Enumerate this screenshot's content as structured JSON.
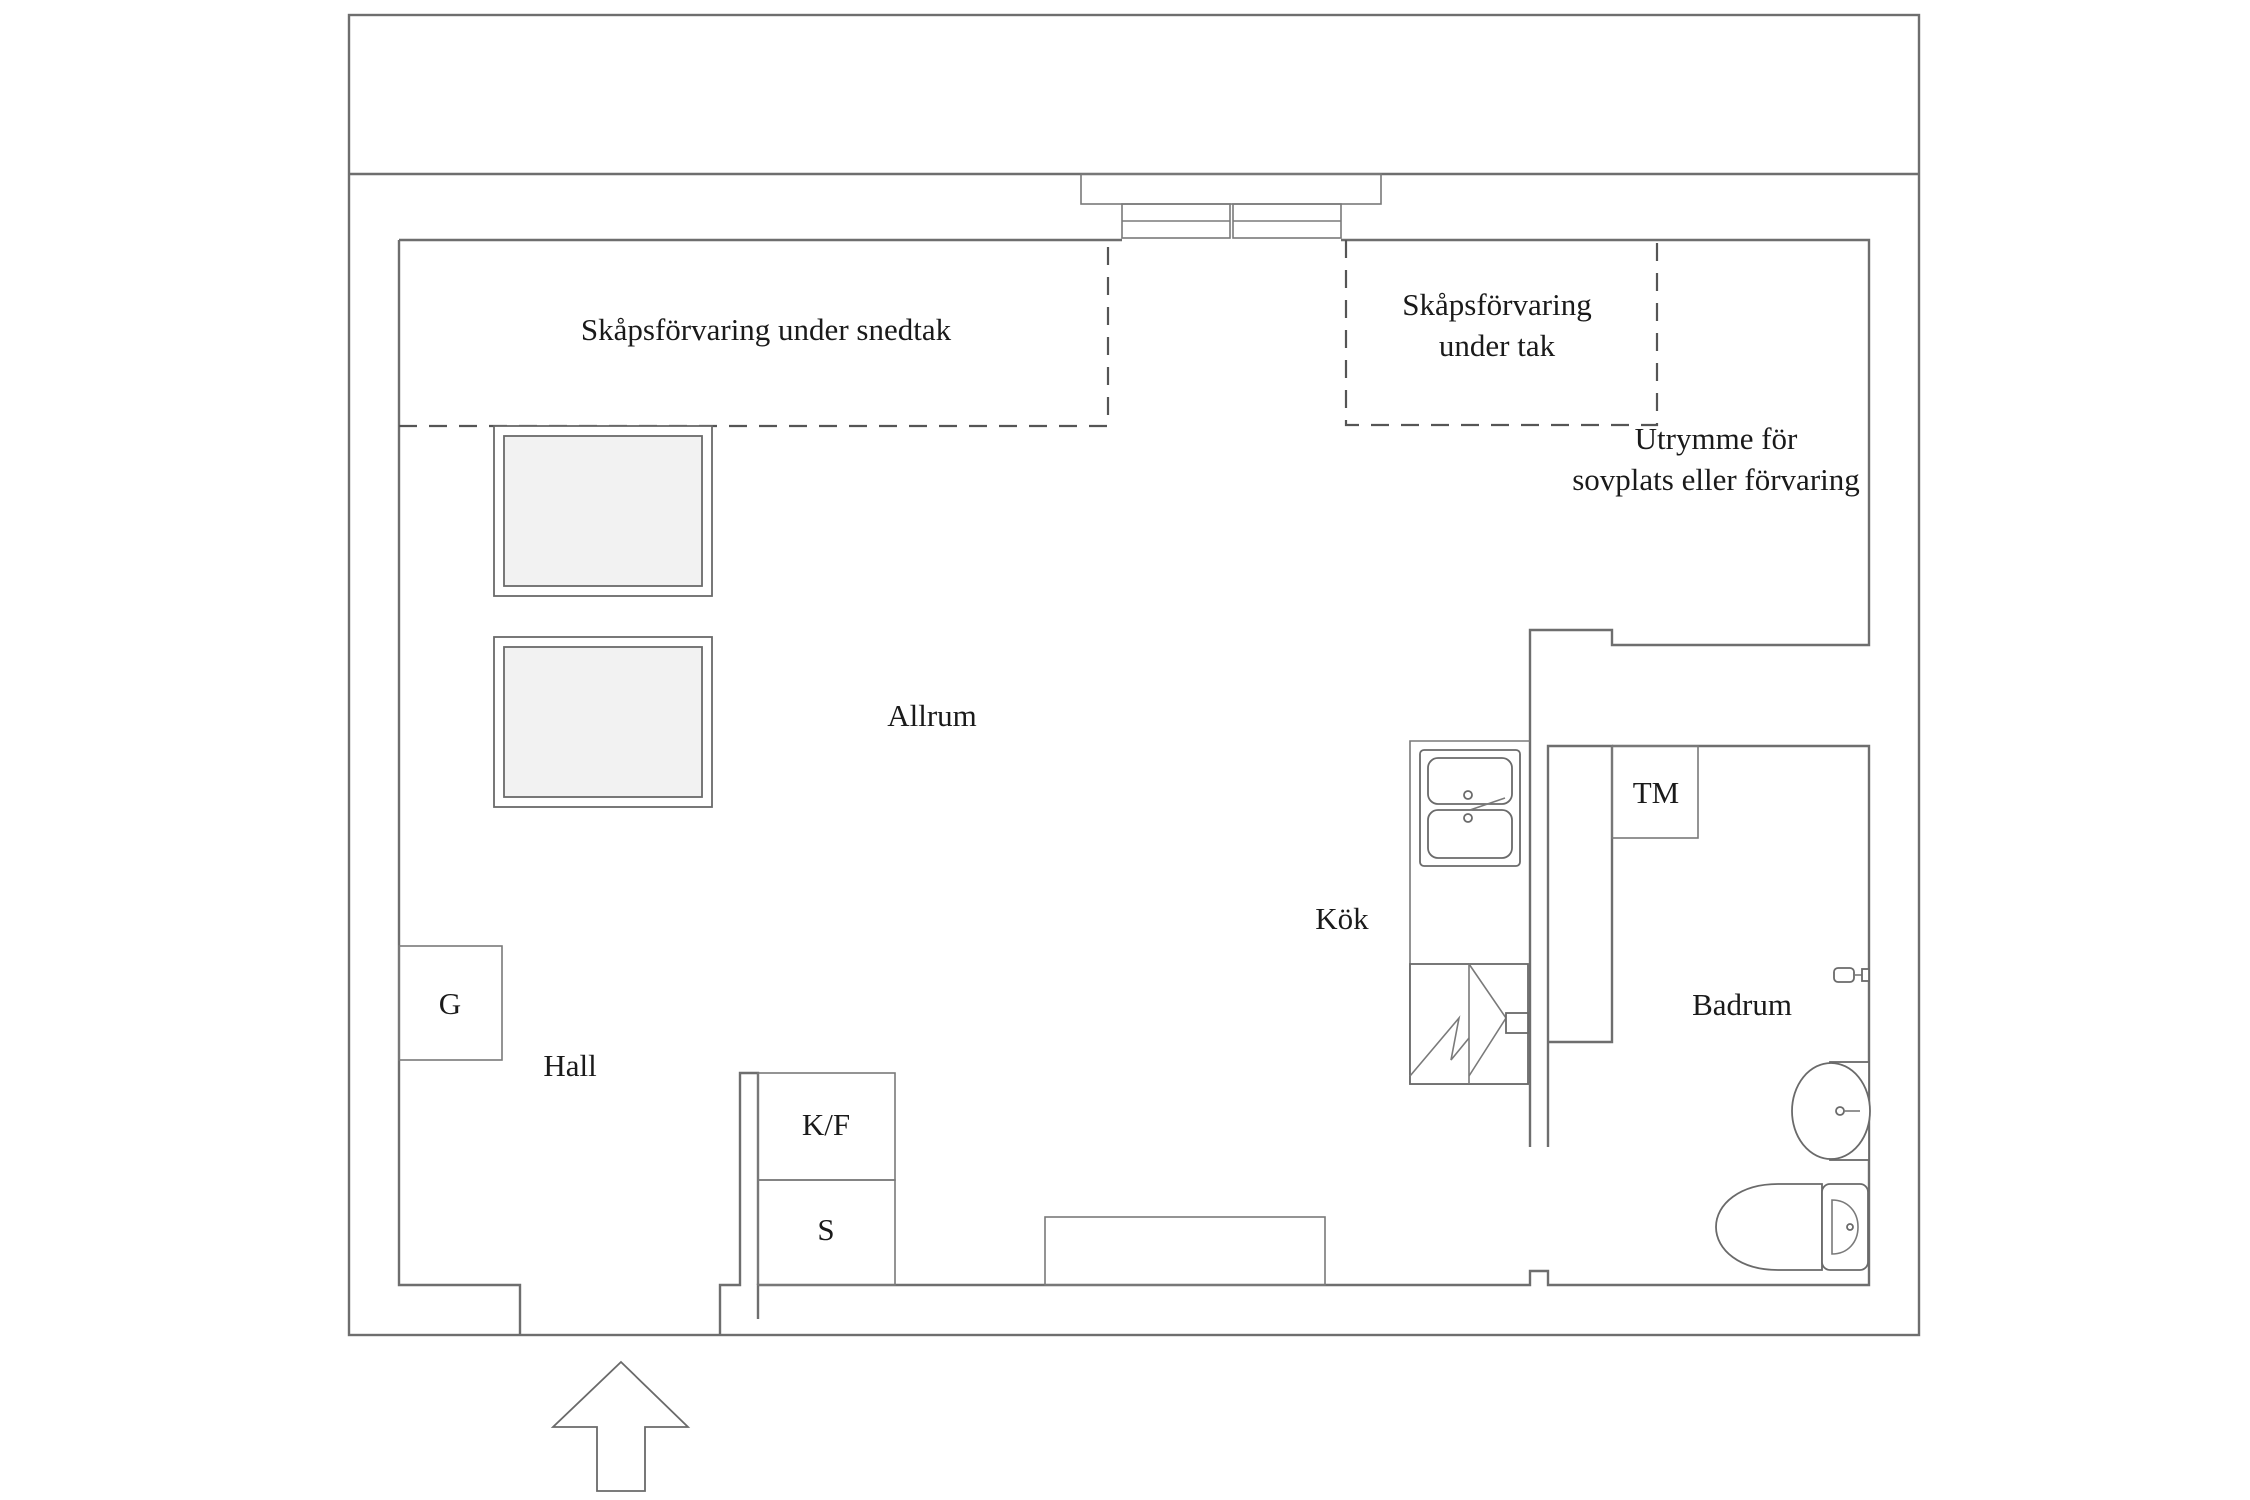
{
  "plan": {
    "labels": {
      "storage_sloped_roof": "Skåpsförvaring under snedtak",
      "storage_under_roof_line1": "Skåpsförvaring",
      "storage_under_roof_line2": "under tak",
      "space_line1": "Utrymme för",
      "space_line2": "sovplats eller förvaring",
      "living_room": "Allrum",
      "kitchen": "Kök",
      "bathroom": "Badrum",
      "hall": "Hall",
      "wardrobe": "G",
      "washing_machine": "TM",
      "fridge_freezer": "K/F",
      "closet": "S"
    },
    "entrance_marker": "arrow-up-icon"
  }
}
